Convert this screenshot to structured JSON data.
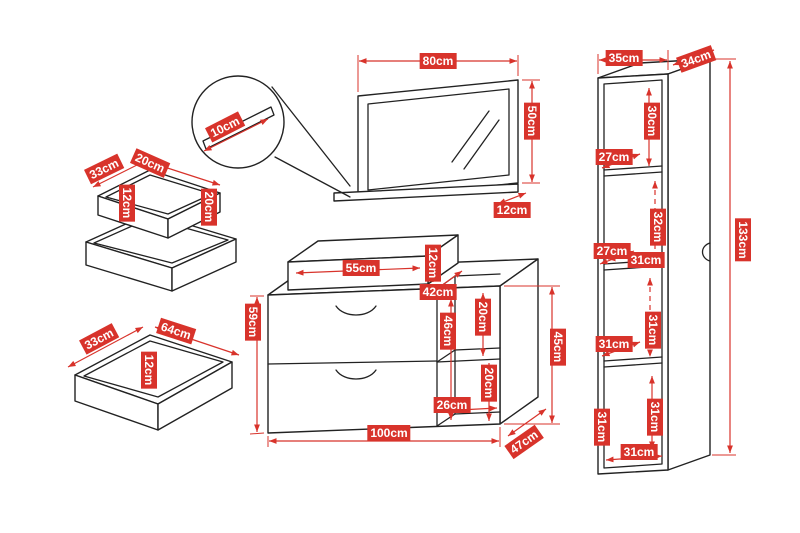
{
  "theme": {
    "accent": "#d8332b",
    "ink": "#222222",
    "background": "#ffffff"
  },
  "labels": {
    "mirror_width": "80cm",
    "mirror_height": "50cm",
    "mirror_shelf_depth": "12cm",
    "mirror_detail": "10cm",
    "organizer_depth": "33cm",
    "organizer_width": "20cm",
    "organizer_front_height": "12cm",
    "organizer_side_height": "20cm",
    "drawer_depth": "33cm",
    "drawer_width": "64cm",
    "drawer_height": "12cm",
    "bench_top_width": "55cm",
    "bench_top_height": "12cm",
    "bench_top_depth": "42cm",
    "bench_height": "59cm",
    "bench_niche_height": "46cm",
    "bench_niche_upper": "20cm",
    "bench_niche_lower": "20cm",
    "bench_niche_width": "26cm",
    "bench_side_height": "45cm",
    "bench_width": "100cm",
    "bench_depth": "47cm",
    "cabinet_width": "35cm",
    "cabinet_depth": "34cm",
    "cabinet_section_1": "30cm",
    "cabinet_shelf_1": "27cm",
    "cabinet_section_2": "32cm",
    "cabinet_shelf_2": "27cm",
    "cabinet_inner_width": "31cm",
    "cabinet_height": "133cm",
    "cabinet_section_3": "31cm",
    "cabinet_shelf_3": "31cm",
    "cabinet_bottom_depth": "31cm",
    "cabinet_section_4": "31cm",
    "cabinet_bottom_width": "31cm"
  }
}
